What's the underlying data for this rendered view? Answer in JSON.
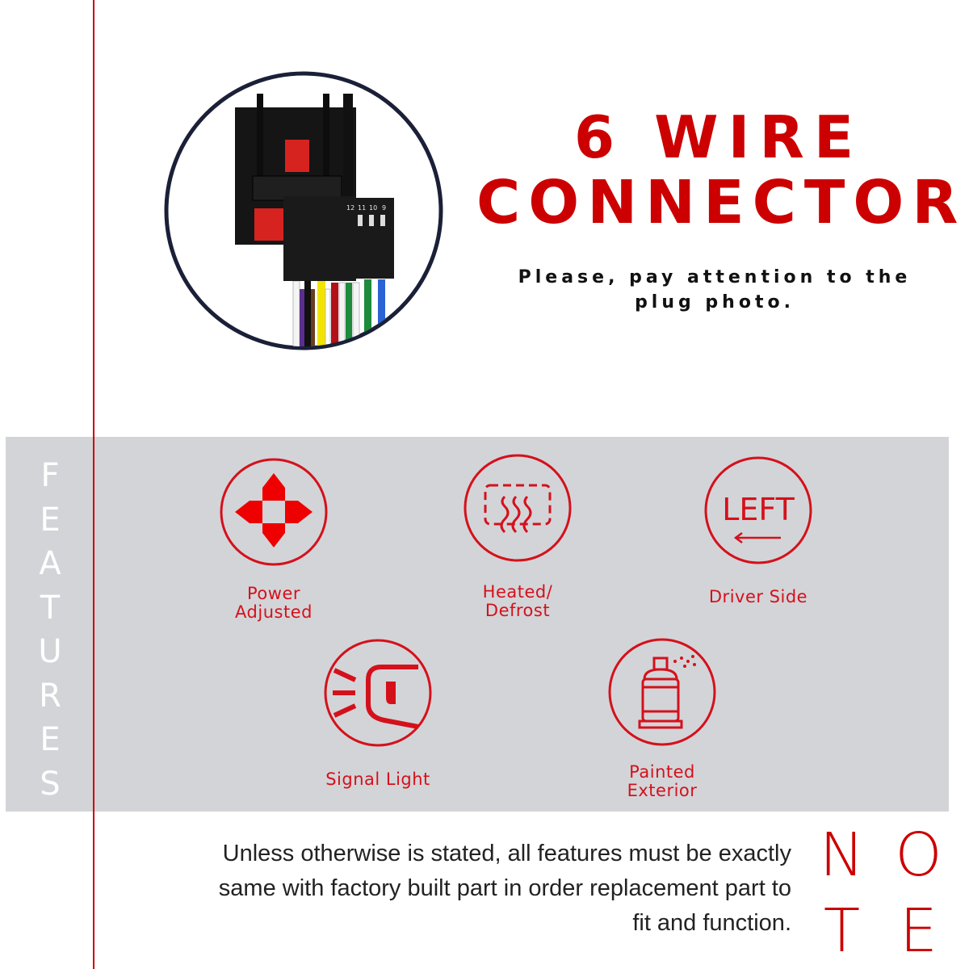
{
  "header": {
    "title_line1": "6 WIRE",
    "title_line2": "CONNECTOR",
    "subtitle_line1": "Please, pay attention to the",
    "subtitle_line2": "plug photo."
  },
  "photo": {
    "pin_labels": [
      "12",
      "11",
      "10",
      "9"
    ]
  },
  "features": {
    "heading_letters": [
      "F",
      "E",
      "A",
      "T",
      "U",
      "R",
      "E",
      "S"
    ],
    "items": [
      {
        "icon": "directional-arrows-icon",
        "line1": "Power",
        "line2": "Adjusted"
      },
      {
        "icon": "heated-defrost-icon",
        "line1": "Heated/",
        "line2": "Defrost"
      },
      {
        "icon": "left-arrow-icon",
        "line1": "Driver Side",
        "line2": "",
        "icon_text": "LEFT"
      },
      {
        "icon": "signal-light-icon",
        "line1": "Signal Light",
        "line2": ""
      },
      {
        "icon": "spray-paint-icon",
        "line1": "Painted",
        "line2": "Exterior"
      }
    ]
  },
  "note": {
    "word_letters": [
      "N",
      "O",
      "T",
      "E"
    ],
    "line1": "Unless otherwise is stated, all features must be exactly",
    "line2": "same with factory built part in order replacement part to",
    "line3": "fit and function."
  },
  "colors": {
    "accent": "#cc0000",
    "panel": "#d3d4d8",
    "icon_red": "#d4111b"
  }
}
